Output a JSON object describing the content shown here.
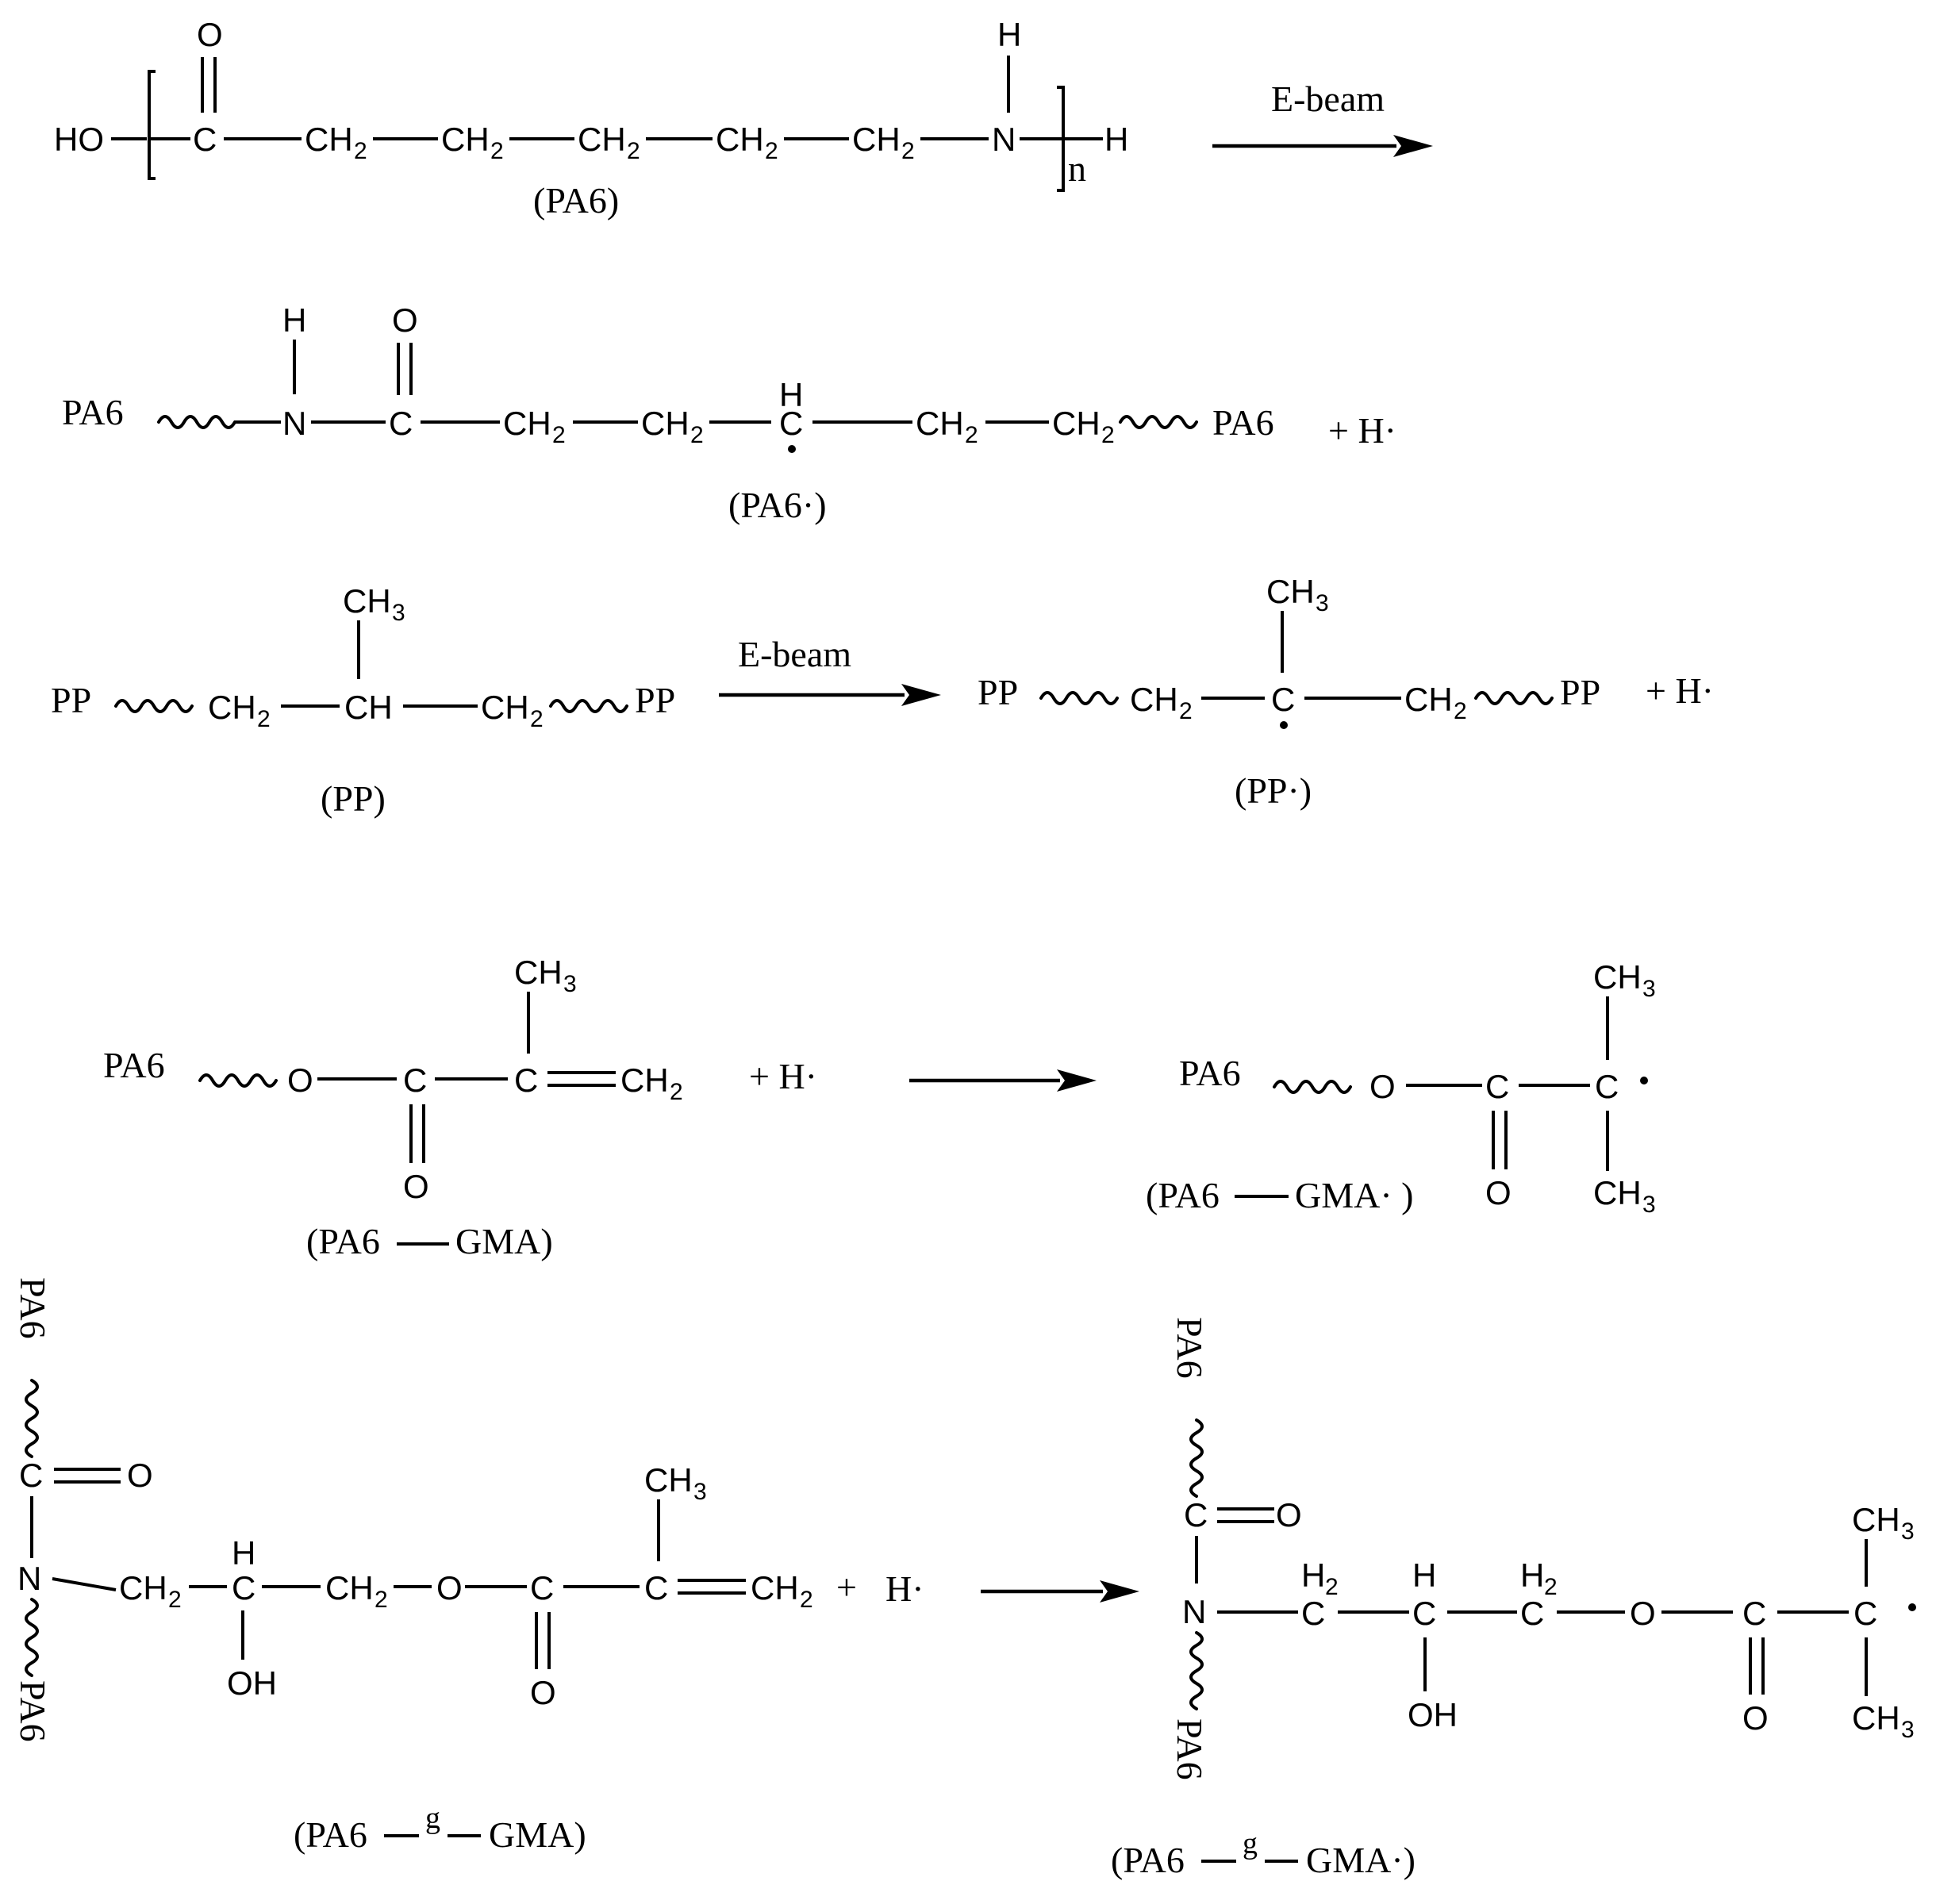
{
  "atoms": {
    "ho": "HO",
    "h": "H",
    "o": "O",
    "c": "C",
    "ch": "CH",
    "ch2": "CH",
    "ch3": "CH",
    "n": "N",
    "oh": "OH",
    "sub2": "2",
    "sub3": "3",
    "subn": "n"
  },
  "groups": {
    "pa6": "PA6",
    "pp": "PP",
    "plus_h_radical": "+  H·",
    "plus": "+",
    "h_radical": "H·",
    "g": "g",
    "radical_dot": "·"
  },
  "arrows": {
    "ebeam_label": "E-beam"
  },
  "captions": {
    "pa6": "(PA6)",
    "pa6_radical": "(PA6·)",
    "pp": "(PP)",
    "pp_radical": "(PP·)",
    "pa6_gma": "GMA)",
    "pa6_gma_radical": "GMA· )",
    "pa6_g_gma": "GMA)",
    "pa6_g_gma_radical": "GMA·)",
    "open_pa6": "(PA6"
  }
}
